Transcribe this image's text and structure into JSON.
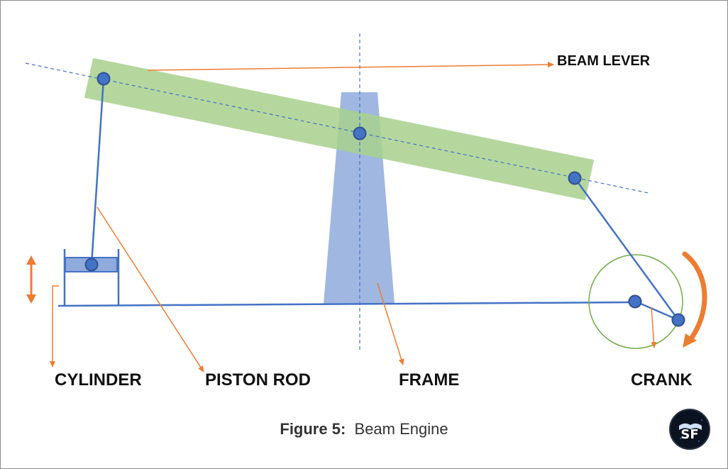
{
  "labels": {
    "beam_lever": "BEAM LEVER",
    "cylinder": "CYLINDER",
    "piston_rod": "PISTON ROD",
    "frame": "FRAME",
    "crank": "CRANK"
  },
  "caption": {
    "number": "Figure 5:",
    "title": "Beam Engine"
  },
  "logo": {
    "text": "SF",
    "icon": "book-logo-icon"
  },
  "colors": {
    "beam": "#a9d18e",
    "frame_pillar": "#8faadc",
    "link_blue": "#4472c4",
    "pivot_fill": "#4472c4",
    "pointer_orange": "#ed7d31",
    "crank_circle": "#70ad47",
    "border": "#8c8c8c"
  }
}
